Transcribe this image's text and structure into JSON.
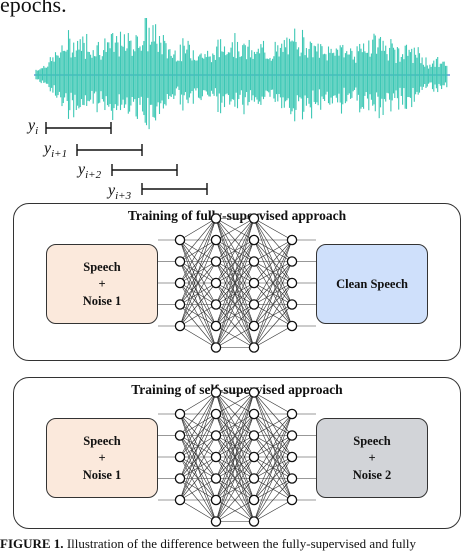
{
  "top_text": "epochs.",
  "segments": [
    {
      "base": "y",
      "sub": "i"
    },
    {
      "base": "y",
      "sub": "i+1"
    },
    {
      "base": "y",
      "sub": "i+2"
    },
    {
      "base": "y",
      "sub": "i+3"
    }
  ],
  "panels": [
    {
      "title": "Training of fully-supervised approach",
      "input_lines": [
        "Speech",
        "+",
        "Noise 1"
      ],
      "output_lines": [
        "Clean Speech"
      ]
    },
    {
      "title": "Training of self-supervised approach",
      "input_lines": [
        "Speech",
        "+",
        "Noise 1"
      ],
      "output_lines": [
        "Speech",
        "+",
        "Noise 2"
      ]
    }
  ],
  "caption_bold": "FIGURE 1.",
  "caption_text": " Illustration of the difference between the fully-supervised and fully",
  "colors": {
    "wave": "#3cc7b4",
    "axis": "#4a7fd6",
    "input_fill": "#fbe9dc",
    "clean_fill": "#cfe0fb",
    "noise2_fill": "#d2d4d8"
  }
}
